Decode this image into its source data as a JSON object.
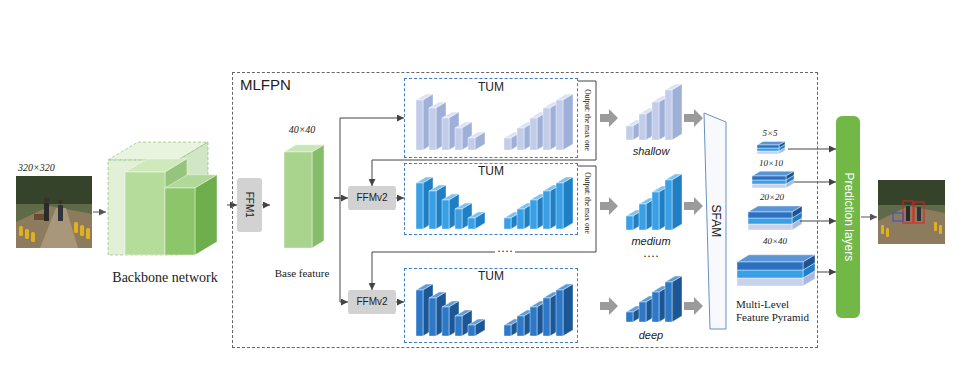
{
  "diagram": {
    "nodes": [
      {
        "text": [
          "MLFPN"
        ]
      },
      {
        "text": [
          "Backbone network"
        ]
      },
      {
        "text": [
          "FFM1"
        ],
        "in": 0
      },
      {
        "text": [
          "40×40",
          "Base feature"
        ],
        "in": 0
      },
      {
        "text": [
          "TUM"
        ],
        "in": 0
      },
      {
        "text": [
          "FFMv2"
        ],
        "in": 0
      },
      {
        "text": [
          "TUM"
        ],
        "in": 0
      },
      {
        "text": [
          "FFMv2"
        ],
        "in": 0
      },
      {
        "text": [
          "TUM"
        ],
        "in": 0
      },
      {
        "text": [
          "shallow"
        ],
        "in": 0
      },
      {
        "text": [
          "medium"
        ],
        "in": 0
      },
      {
        "text": [
          "deep"
        ],
        "in": 0
      },
      {
        "text": [
          "SFAM"
        ],
        "in": 0
      },
      {
        "text": [
          "5×5"
        ],
        "in": 0
      },
      {
        "text": [
          "10×10"
        ],
        "in": 0
      },
      {
        "text": [
          "20×20"
        ],
        "in": 0
      },
      {
        "text": [
          "40×40"
        ],
        "in": 0
      },
      {
        "text": [
          "Prediction layers"
        ]
      }
    ],
    "edges": [
      {
        "from": 1,
        "to": 2,
        "arrow": "to"
      },
      {
        "from": 2,
        "to": 3,
        "arrow": "to"
      },
      {
        "from": 3,
        "to": 4,
        "arrow": "to"
      },
      {
        "from": 3,
        "to": 5,
        "arrow": "to"
      },
      {
        "from": 3,
        "to": 7,
        "arrow": "to"
      },
      {
        "from": 4,
        "to": 5,
        "arrow": "to"
      },
      {
        "from": 6,
        "to": 7,
        "arrow": "to"
      },
      {
        "from": 5,
        "to": 6,
        "arrow": "to"
      },
      {
        "from": 7,
        "to": 8,
        "arrow": "to"
      },
      {
        "from": 4,
        "to": 9,
        "arrow": "to"
      },
      {
        "from": 6,
        "to": 10,
        "arrow": "to"
      },
      {
        "from": 8,
        "to": 11,
        "arrow": "to"
      },
      {
        "from": 9,
        "to": 12,
        "arrow": "to"
      },
      {
        "from": 10,
        "to": 12,
        "arrow": "to"
      },
      {
        "from": 11,
        "to": 12,
        "arrow": "to"
      },
      {
        "from": 13,
        "to": 17,
        "arrow": "to"
      },
      {
        "from": 14,
        "to": 17,
        "arrow": "to"
      },
      {
        "from": 15,
        "to": 17,
        "arrow": "to"
      },
      {
        "from": 16,
        "to": 17,
        "arrow": "to"
      }
    ],
    "labels": [
      "320×320",
      "Output: the max one",
      "Output: the max one",
      "····",
      "····",
      "Multi-Level Feature Pyramid"
    ]
  }
}
